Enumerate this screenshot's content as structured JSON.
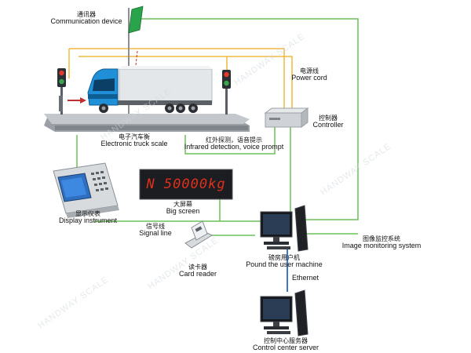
{
  "labels": {
    "communication": {
      "cn": "通讯器",
      "en": "Communication device"
    },
    "power": {
      "cn": "电源线",
      "en": "Power cord"
    },
    "controller": {
      "cn": "控制器",
      "en": "Controller"
    },
    "scale": {
      "cn": "电子汽车衡",
      "en": "Electronic truck scale"
    },
    "infrared": {
      "cn": "红外探测，语音提示",
      "en": "Infrared detection, voice prompt"
    },
    "display": {
      "cn": "显示仪表",
      "en": "Display instrument"
    },
    "bigscreen": {
      "cn": "大屏幕",
      "en": "Big screen"
    },
    "signal": {
      "cn": "信号线",
      "en": "Signal line"
    },
    "monitoring": {
      "cn": "图像监控系统",
      "en": "Image monitoring system"
    },
    "cardreader": {
      "cn": "读卡器",
      "en": "Card reader"
    },
    "pound": {
      "cn": "磅房用户机",
      "en": "Pound the user machine"
    },
    "ethernet": {
      "en": "Ethernet"
    },
    "server": {
      "cn": "控制中心服务器",
      "en": "Control center server"
    }
  },
  "bigscreen_value": "N 50000kg",
  "watermark": "HANDWAY SCALE",
  "colors": {
    "power_line": "#f0b840",
    "signal_line": "#6cc05a",
    "ethernet_line": "#3c78c8",
    "display_led": "#e0301c"
  }
}
